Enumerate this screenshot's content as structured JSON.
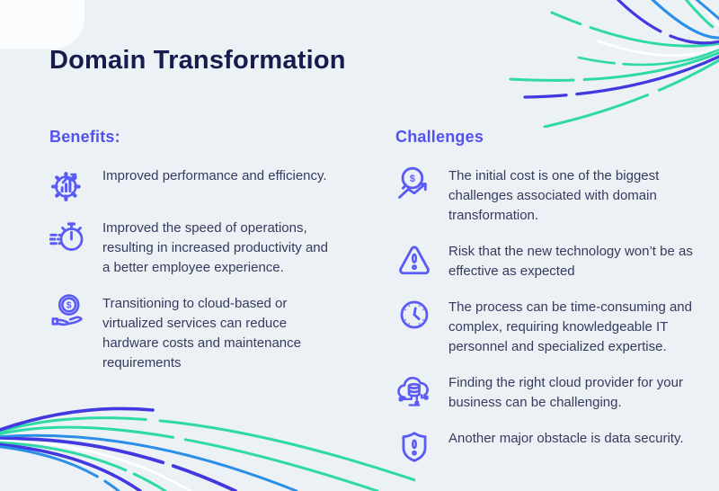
{
  "title": "Domain Transformation",
  "benefits": {
    "heading": "Benefits:",
    "items": [
      {
        "icon": "gear-performance-icon",
        "text": "Improved performance and efficiency."
      },
      {
        "icon": "stopwatch-icon",
        "text": "Improved the speed of operations, resulting in increased productivity and a better employee experience."
      },
      {
        "icon": "coin-hand-icon",
        "text": "Transitioning to cloud-based or virtualized services can reduce hardware costs and maintenance requirements"
      }
    ]
  },
  "challenges": {
    "heading": "Challenges",
    "items": [
      {
        "icon": "dollar-growth-icon",
        "text": "The initial cost is one of the biggest challenges associated with domain transformation."
      },
      {
        "icon": "warning-triangle-icon",
        "text": "Risk that the new technology won’t be as effective as expected"
      },
      {
        "icon": "clock-icon",
        "text": "The process can be time-consuming and complex, requiring knowledgeable IT personnel and specialized expertise."
      },
      {
        "icon": "cloud-server-icon",
        "text": "Finding the right cloud provider for your business can be challenging."
      },
      {
        "icon": "shield-exclamation-icon",
        "text": "Another major obstacle is data security."
      }
    ]
  },
  "icons": {
    "dollar_glyph": "$"
  },
  "colors": {
    "background": "#ecf1f6",
    "title": "#171b4d",
    "heading_accent": "#5452ef",
    "body_text": "#363a5e",
    "icon_stroke": "#5a5af5",
    "curve_green": "#2fd9a6",
    "curve_indigo": "#4238e0",
    "curve_blue": "#2b8fe8",
    "curve_white": "#ffffff"
  }
}
